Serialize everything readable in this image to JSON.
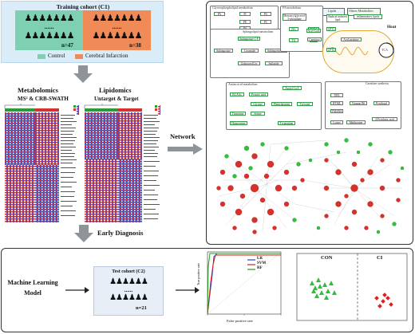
{
  "training": {
    "title": "Training cohort (C1)",
    "dots": "......",
    "control_n": "n=47",
    "infarction_n": "n=38",
    "legend_control": "Control",
    "legend_infarction": "Cerebral Infarction"
  },
  "metabolomics": {
    "title": "Metabolomics",
    "subtitle": "MS² & CRB-SWATH"
  },
  "lipidomics": {
    "title": "Lipidomics",
    "subtitle": "Untarget & Target"
  },
  "arrows": {
    "network": "Network",
    "early_diagnosis": "Early Diagnosis"
  },
  "pathway": {
    "lipids": "Lipids",
    "other_metabolites": "Others Metabolites",
    "heat": "Heat",
    "glycerophospholipid": "Glycerophospholipid metabolism",
    "sphingolipid": "Sphingolipid metabolism",
    "fa": "FA metabolism",
    "amino_acid": "Amino acid metabolism",
    "carnitine_synth": "Carnitine synthesis",
    "radical": "Radical induced lipid",
    "inflammatory": "inflammatory lipids",
    "tca": "TCA",
    "nodes": [
      "PA",
      "PI",
      "PG",
      "PE",
      "PC",
      "PS",
      "Sphingosine-1-P",
      "Sphingosine",
      "Ceramide",
      "Sphingomyelin",
      "GalactosylCer",
      "Sulfatide",
      "Monoacylglycerol-3-phosphate",
      "DG",
      "TG",
      "PUFA",
      "FA",
      "BCAAs",
      "Pyruvic acid",
      "Acetyl-CoA",
      "Glycine",
      "Serine",
      "Phenylalanine",
      "Tyrosine",
      "Threonine",
      "Homoserine",
      "Tryptophan",
      "Lysine",
      "Methionine",
      "Vitamin B6",
      "Pyridoxal",
      "4-Pyridoxic acid",
      "Carnitine",
      "Acyl-CoA",
      "Acylcarnitine",
      "CPT1",
      "CPT2",
      "TML",
      "HTML",
      "TMABA"
    ]
  },
  "ml": {
    "title_line1": "Machine Learning",
    "title_line2": "Model",
    "test_title": "Test cohort (C2)",
    "test_dots": "......",
    "test_n": "n=21"
  },
  "roc": {
    "xlabel": "False positive rate",
    "ylabel": "True positive rate",
    "legend": [
      "LR",
      "SVM",
      "RF"
    ],
    "colors": [
      "#1f3fcf",
      "#d62020",
      "#1e9e1e"
    ]
  },
  "scatter": {
    "con_label": "CON",
    "ci_label": "CI"
  },
  "colors": {
    "control": "#7fd0b2",
    "infarction": "#f08a56",
    "training_bg": "#d9ecf8",
    "ml_bg": "#e8eef8",
    "network_red": "#d9302a",
    "network_green": "#2fc23a"
  }
}
